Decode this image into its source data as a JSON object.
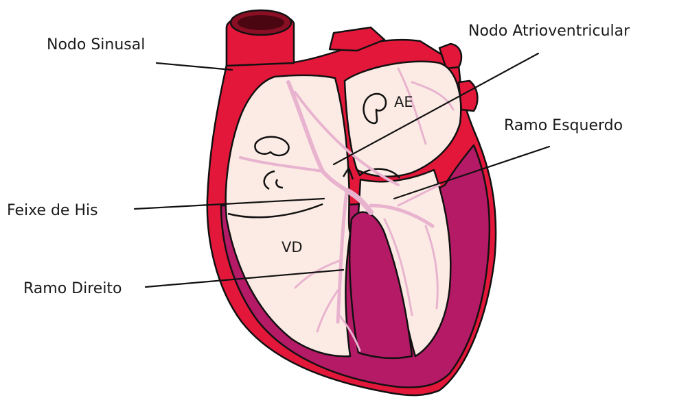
{
  "labels": {
    "nodo_sinusal": "Nodo Sinusal",
    "nodo_av": "Nodo Atrioventricular",
    "ramo_esquerdo": "Ramo Esquerdo",
    "feixe_his": "Feixe de His",
    "ramo_direito": "Ramo Direito",
    "ae": "AE",
    "vd": "VD"
  },
  "colors": {
    "myocardium_red": "#e3173a",
    "ventricle_magenta": "#b41a66",
    "chamber_pale": "#fcebe4",
    "conduction_pink": "#e8b3cf",
    "outline": "#111111"
  }
}
